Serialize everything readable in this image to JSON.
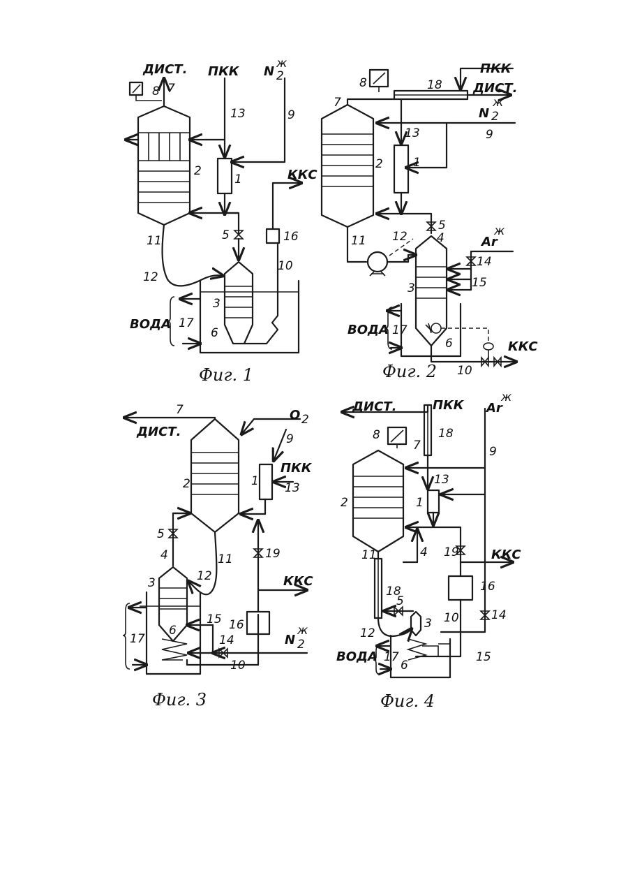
{
  "figures": [
    {
      "caption": "Фиг. 1",
      "labels": {
        "dist": "ДИСТ.",
        "pkk": "ПКК",
        "n2": "N",
        "n2_sup": "ж",
        "n2_sub": "2",
        "kks": "ККС",
        "voda": "ВОДА",
        "n1": "1",
        "n2num": "2",
        "n3": "3",
        "n5": "5",
        "n6": "6",
        "n7": "7",
        "n8": "8",
        "n9": "9",
        "n10": "10",
        "n11": "11",
        "n12": "12",
        "n13": "13",
        "n16": "16",
        "n17": "17"
      }
    },
    {
      "caption": "Фиг. 2",
      "labels": {
        "pkk": "ПКК",
        "dist": "ДИСТ.",
        "n2": "N",
        "n2_sup": "ж",
        "n2_sub": "2",
        "ar": "Ar",
        "ar_sup": "ж",
        "kks": "ККС",
        "voda": "ВОДА",
        "n1": "1",
        "n2num": "2",
        "n3": "3",
        "n4": "4",
        "n5": "5",
        "n6": "6",
        "n7": "7",
        "n8": "8",
        "n9": "9",
        "n10": "10",
        "n11": "11",
        "n12": "12",
        "n13": "13",
        "n14": "14",
        "n15": "15",
        "n17": "17",
        "n18": "18"
      }
    },
    {
      "caption": "Фиг. 3",
      "labels": {
        "dist": "ДИСТ.",
        "o2": "O",
        "o2_sub": "2",
        "pkk": "ПКК",
        "kks": "ККС",
        "n2": "N",
        "n2_sup": "ж",
        "n2_sub": "2",
        "n1": "1",
        "n2num": "2",
        "n3": "3",
        "n4": "4",
        "n5": "5",
        "n6": "6",
        "n7": "7",
        "n9": "9",
        "n10": "10",
        "n11": "11",
        "n12": "12",
        "n13": "13",
        "n14": "14",
        "n15": "15",
        "n16": "16",
        "n17": "17",
        "n19": "19"
      }
    },
    {
      "caption": "Фиг. 4",
      "labels": {
        "dist": "ДИСТ.",
        "pkk": "ПКК",
        "ar": "Ar",
        "ar_sup": "ж",
        "kks": "ККС",
        "voda": "ВОДА",
        "n1": "1",
        "n2num": "2",
        "n3": "3",
        "n4": "4",
        "n5": "5",
        "n6": "6",
        "n7": "7",
        "n8": "8",
        "n9": "9",
        "n10": "10",
        "n11": "11",
        "n12": "12",
        "n13": "13",
        "n14": "14",
        "n15": "15",
        "n16": "16",
        "n17": "17",
        "n18": "18",
        "n19": "19"
      }
    }
  ]
}
